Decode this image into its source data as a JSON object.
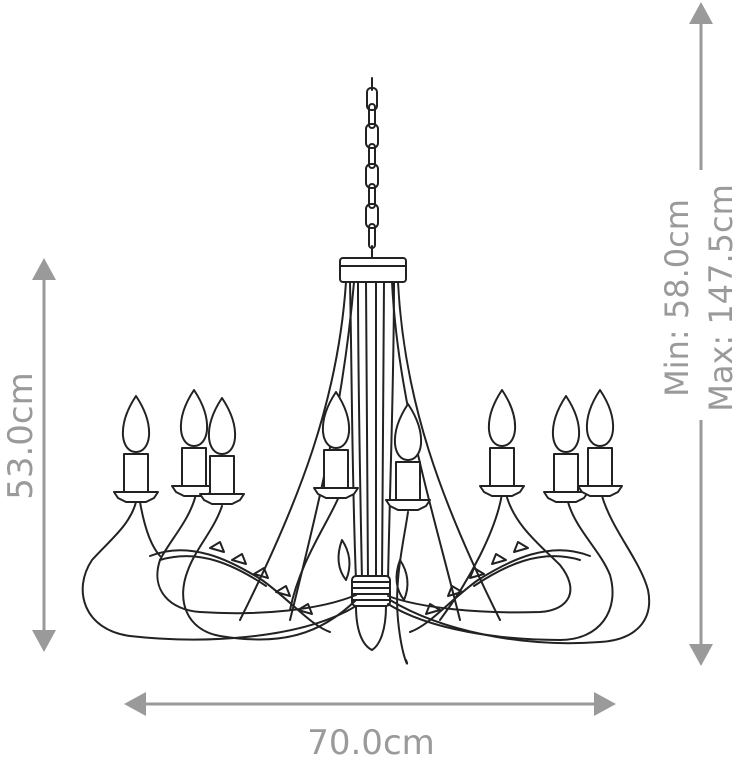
{
  "dimensions": {
    "height_label": "53.0cm",
    "width_label": "70.0cm",
    "drop_min_label": "Min: 58.0cm",
    "drop_max_label": "Max: 147.5cm"
  },
  "colors": {
    "dimension": "#9a9a9a",
    "line_art": "#222222",
    "background": "#ffffff"
  },
  "product": {
    "type": "chandelier",
    "candle_count": 8
  }
}
